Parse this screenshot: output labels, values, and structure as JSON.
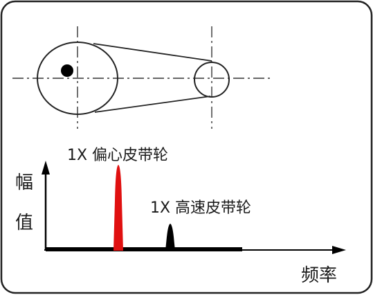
{
  "labels": {
    "ylabel_top": "幅",
    "ylabel_bottom": "值",
    "xlabel": "频率",
    "peak1_label": "1X 偏心皮带轮",
    "peak2_label": "1X 高速皮带轮"
  },
  "colors": {
    "peak1": "#e01010",
    "peak2": "#000000",
    "line": "#000000",
    "frame": "#222222",
    "background": "#ffffff"
  },
  "chart_data": {
    "type": "line",
    "title": "",
    "xlabel": "频率",
    "ylabel": "幅值",
    "series": [
      {
        "name": "1X 偏心皮带轮",
        "peak_relative_amplitude": 1.0
      },
      {
        "name": "1X 高速皮带轮",
        "peak_relative_amplitude": 0.28
      }
    ]
  }
}
